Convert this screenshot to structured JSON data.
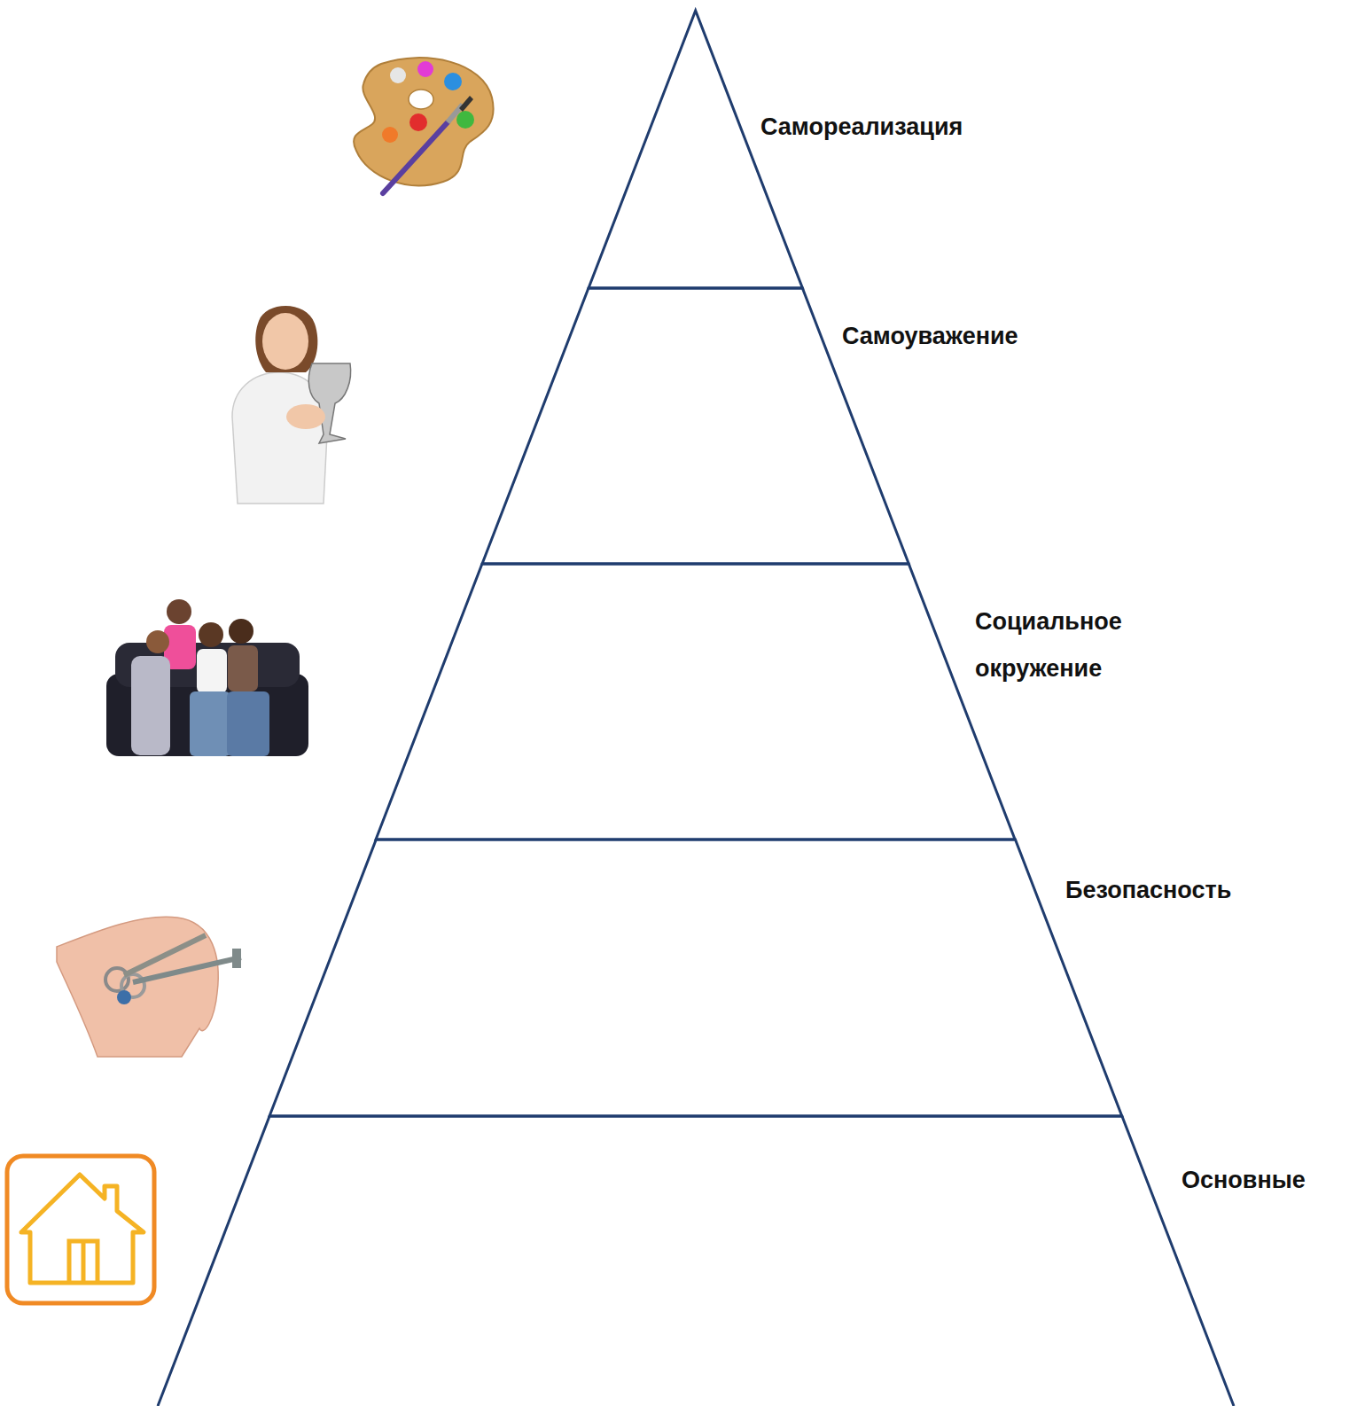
{
  "diagram": {
    "nodes": [
      {
        "text": [
          "Самореализация"
        ]
      },
      {
        "text": [
          "Самоуважение"
        ]
      },
      {
        "text": [
          "Социальное окружение"
        ]
      },
      {
        "text": [
          "Безопасность"
        ]
      },
      {
        "text": [
          "Основные"
        ]
      }
    ]
  }
}
